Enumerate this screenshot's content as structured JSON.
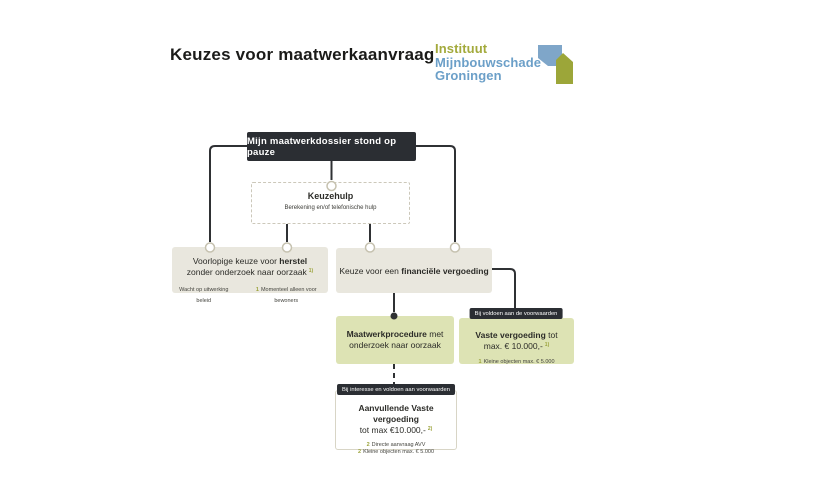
{
  "header": {
    "title": "Keuzes voor maatwerkaanvraag",
    "logo": {
      "line1": "Instituut",
      "line2": "Mijnbouwschade",
      "line3": "Groningen"
    }
  },
  "flow": {
    "pause": {
      "label": "Mijn maatwerkdossier stond op pauze"
    },
    "keuzehulp": {
      "title": "Keuzehulp",
      "subtitle": "Berekening en/of telefonische hulp"
    },
    "herstel": {
      "line1_regular": "Voorlopige keuze voor ",
      "line1_bold": "herstel",
      "line2": "zonder onderzoek naar oorzaak",
      "sup": "1)",
      "note_a": "Wacht op uitwerking beleid",
      "note_b_num": "1",
      "note_b": "Momenteel alleen voor bewoners"
    },
    "financieel": {
      "regular": "Keuze voor een ",
      "bold": "financiële vergoeding"
    },
    "maatwerk": {
      "bold": "Maatwerkprocedure",
      "regular": " met",
      "line2": "onderzoek naar oorzaak"
    },
    "vaste": {
      "tag": "Bij voldoen aan de voorwaarden",
      "bold": "Vaste vergoeding",
      "regular": " tot",
      "line2": "max. € 10.000,-",
      "sup": "1)",
      "note_num": "1",
      "note": "Kleine objecten max. € 5.000"
    },
    "avv": {
      "tag": "Bij interesse en voldoen aan voorwaarden",
      "bold": "Aanvullende Vaste vergoeding",
      "line2": "tot max €10.000,-",
      "sup": "2)",
      "note1_num": "2",
      "note1": "Directe aanvraag AVV",
      "note2_num": "2",
      "note2": "Kleine objecten max. € 5.000"
    }
  },
  "colors": {
    "accent_dark": "#2b2e33",
    "box_green": "#dde3b4",
    "box_beige": "#e9e7de",
    "olive_marker": "#9ba33b",
    "logo_blue": "#6b9fc8",
    "logo_olive": "#a3aa3c",
    "line_dark": "#2f3134"
  }
}
